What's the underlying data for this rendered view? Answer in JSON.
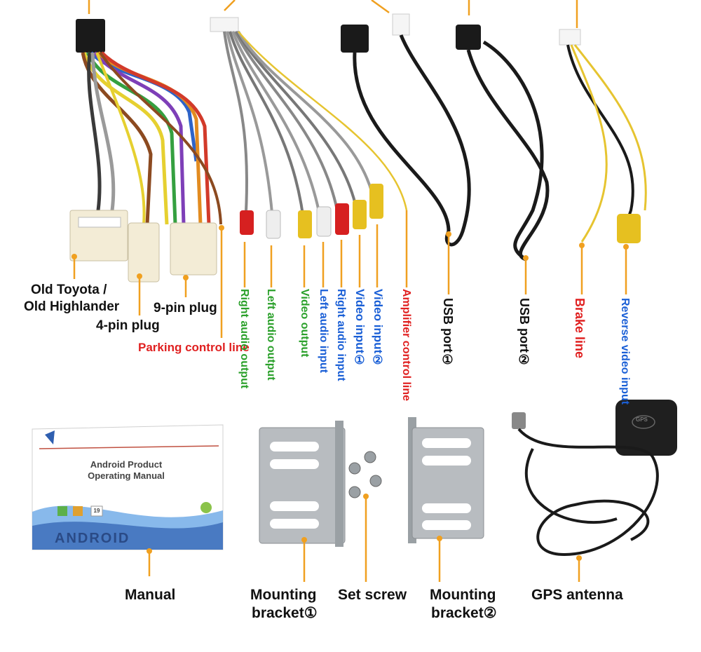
{
  "colors": {
    "orange_line": "#f0a020",
    "red_text": "#e02020",
    "green_text": "#2aa02a",
    "blue_text": "#1a5fd6",
    "dark_text": "#111111"
  },
  "harness": {
    "old_toyota": "Old Toyota /",
    "old_highlander": "Old Highlander",
    "four_pin": "4-pin plug",
    "nine_pin": "9-pin plug",
    "parking": "Parking control line"
  },
  "rca": {
    "right_audio_output": "Right audio output",
    "left_audio_output": "Left audio output",
    "video_output": "Video output",
    "left_audio_input": "Left audio input",
    "right_audio_input": "Right audio input",
    "video_input_1": "Video input①",
    "video_input_2": "Video input②",
    "amplifier": "Amplifier control line"
  },
  "usb": {
    "port1": "USB port①",
    "port2": "USB port②"
  },
  "reverse": {
    "brake": "Brake line",
    "reverse_video": "Reverse video input"
  },
  "accessories": {
    "manual": "Manual",
    "mounting1_line1": "Mounting",
    "mounting1_line2": "bracket①",
    "set_screw": "Set screw",
    "mounting2_line1": "Mounting",
    "mounting2_line2": "bracket②",
    "gps": "GPS antenna"
  },
  "manual_cover": {
    "line1": "Android Product",
    "line2": "Operating Manual",
    "brand": "ANDROID",
    "calendar": "19"
  },
  "gps_puck": "GPS"
}
